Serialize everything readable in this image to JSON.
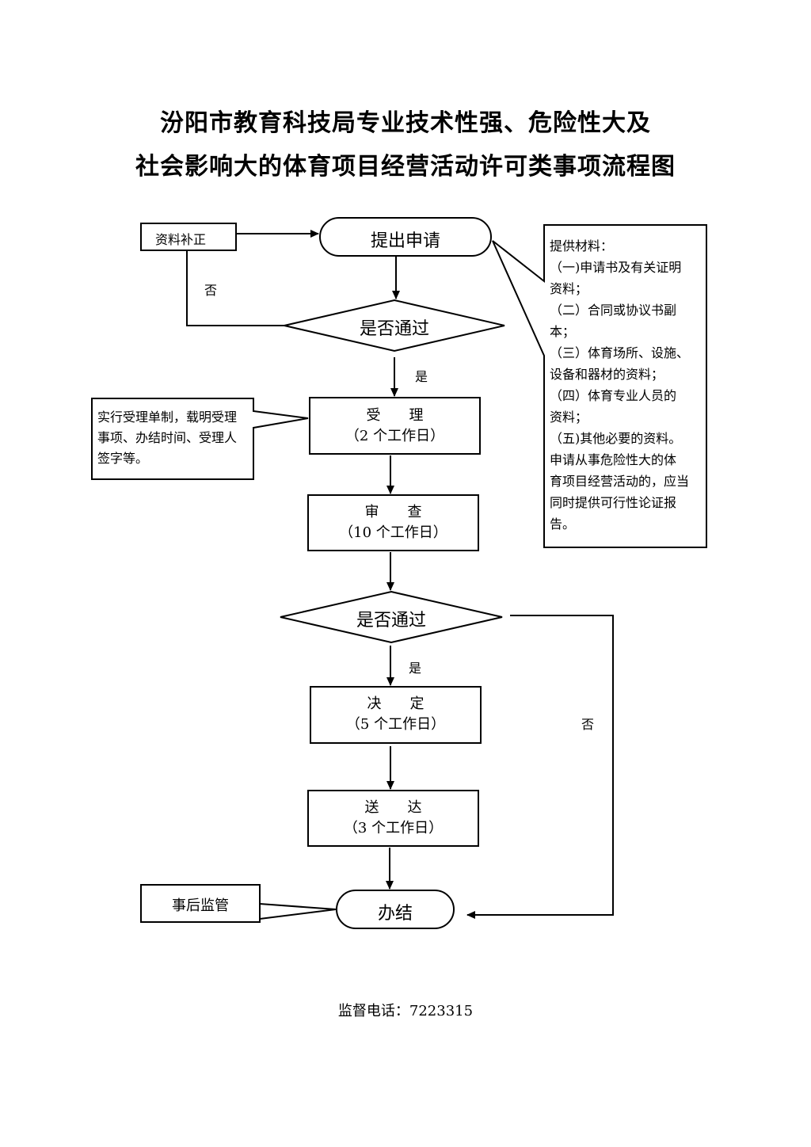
{
  "title": {
    "line1": "汾阳市教育科技局专业技术性强、危险性大及",
    "line2": "社会影响大的体育项目经营活动许可类事项流程图"
  },
  "nodes": {
    "apply": "提出申请",
    "supplement": "资料补正",
    "check1": "是否通过",
    "accept": {
      "title": "受　　理",
      "days": "（2 个工作日）"
    },
    "review": {
      "title": "审　　查",
      "days": "（10 个工作日）"
    },
    "check2": "是否通过",
    "decide": {
      "title": "决　　定",
      "days": "（5 个工作日）"
    },
    "deliver": {
      "title": "送　　达",
      "days": "（3 个工作日）"
    },
    "finish": "办结",
    "supervise": "事后监管"
  },
  "edge_labels": {
    "no1": "否",
    "yes1": "是",
    "yes2": "是",
    "no2": "否"
  },
  "notes": {
    "materials": [
      "提供材料：",
      "（一)申请书及有关证明",
      "资料；",
      "（二）合同或协议书副",
      "本；",
      "（三）体育场所、设施、",
      "设备和器材的资料；",
      "（四）体育专业人员的",
      "资料；",
      "（五)其他必要的资料。",
      "申请从事危险性大的体",
      "育项目经营活动的，应当",
      "同时提供可行性论证报",
      "告。"
    ],
    "accept": [
      "实行受理单制，载明受理",
      "事项、办结时间、受理人",
      "签字等。"
    ]
  },
  "footer": {
    "hotline": "监督电话：7223315"
  }
}
